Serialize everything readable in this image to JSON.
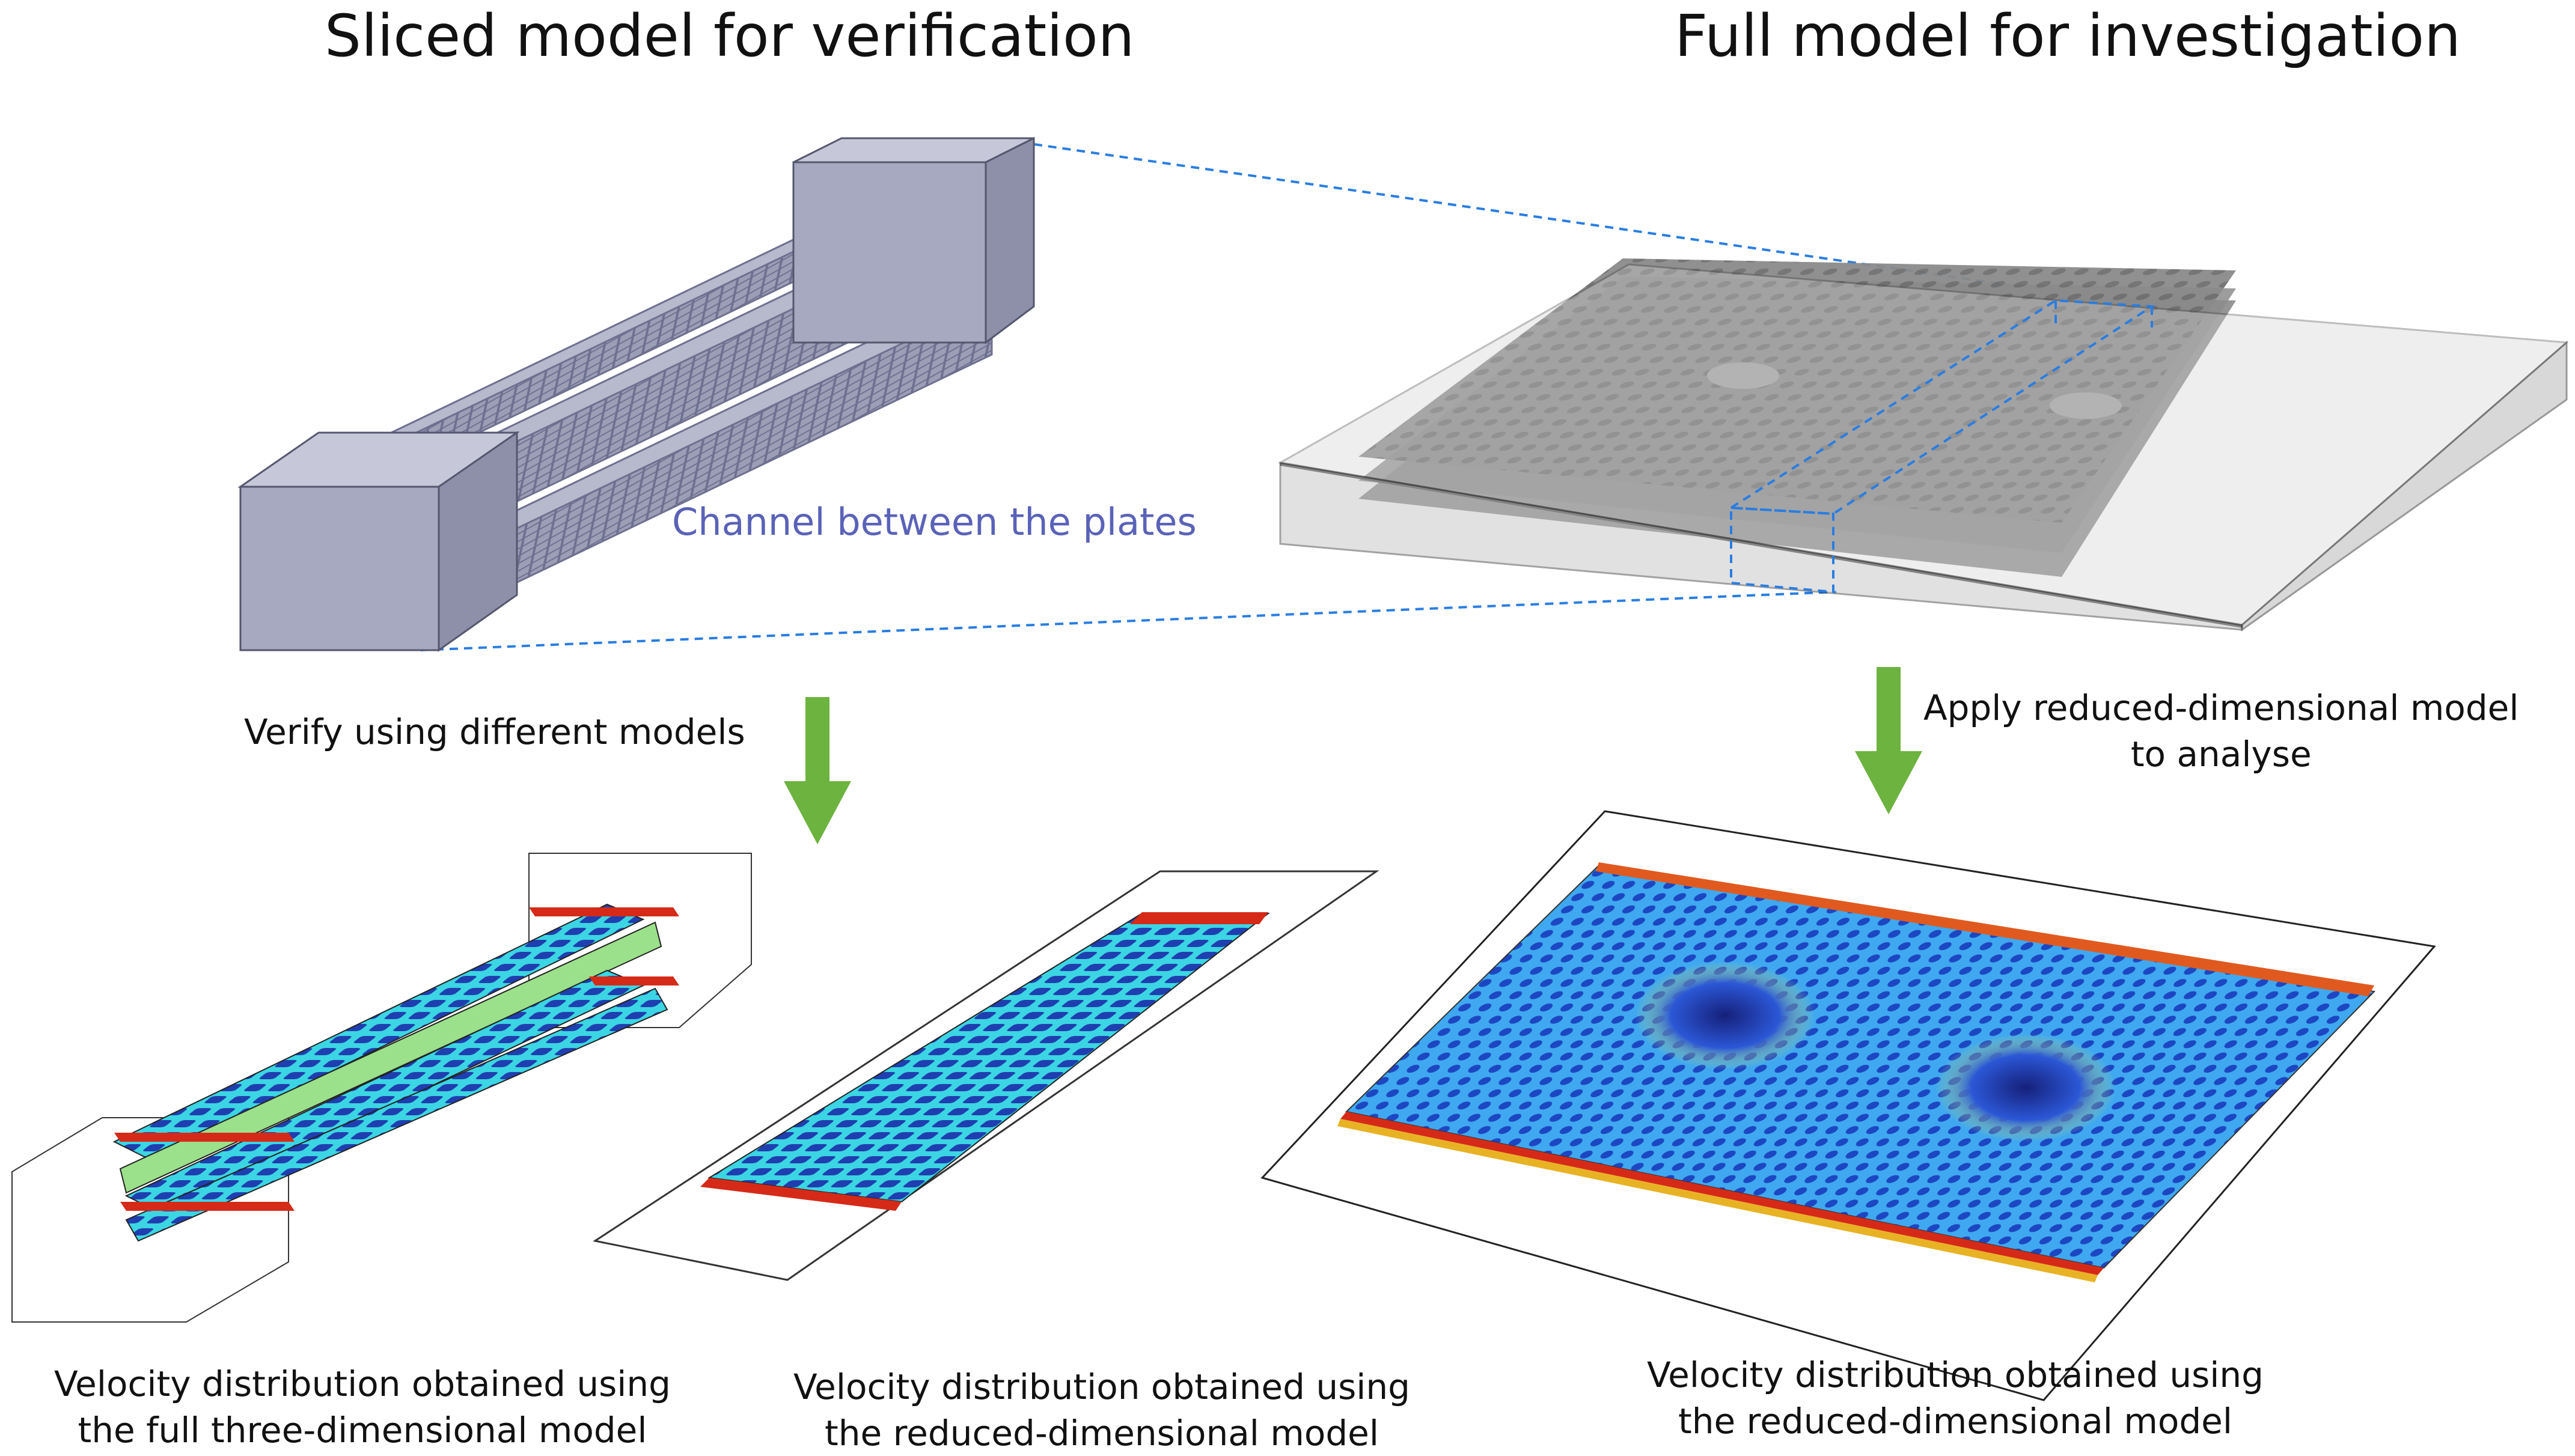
{
  "titles": {
    "left": "Sliced model for verification",
    "right": "Full model for investigation"
  },
  "labels": {
    "channel": "Channel between the plates",
    "verify": "Verify using different models",
    "apply_line1": "Apply reduced-dimensional model",
    "apply_line2": "to analyse"
  },
  "captions": {
    "full3d_line1": "Velocity distribution obtained using",
    "full3d_line2": "the full three-dimensional model",
    "reduced_left_line1": "Velocity distribution obtained using",
    "reduced_left_line2": "the reduced-dimensional model",
    "reduced_right_line1": "Velocity distribution obtained using",
    "reduced_right_line2": "the reduced-dimensional model"
  },
  "colors": {
    "arrow_green": "#6db33f",
    "connector_blue": "#2a7de1",
    "model_gray": "#a7a9c0",
    "velocity_low": "#1f3fb0",
    "velocity_mid": "#37d6e8",
    "velocity_high": "#d62a18"
  },
  "icons": [
    "down-arrow-icon",
    "down-arrow-icon"
  ]
}
